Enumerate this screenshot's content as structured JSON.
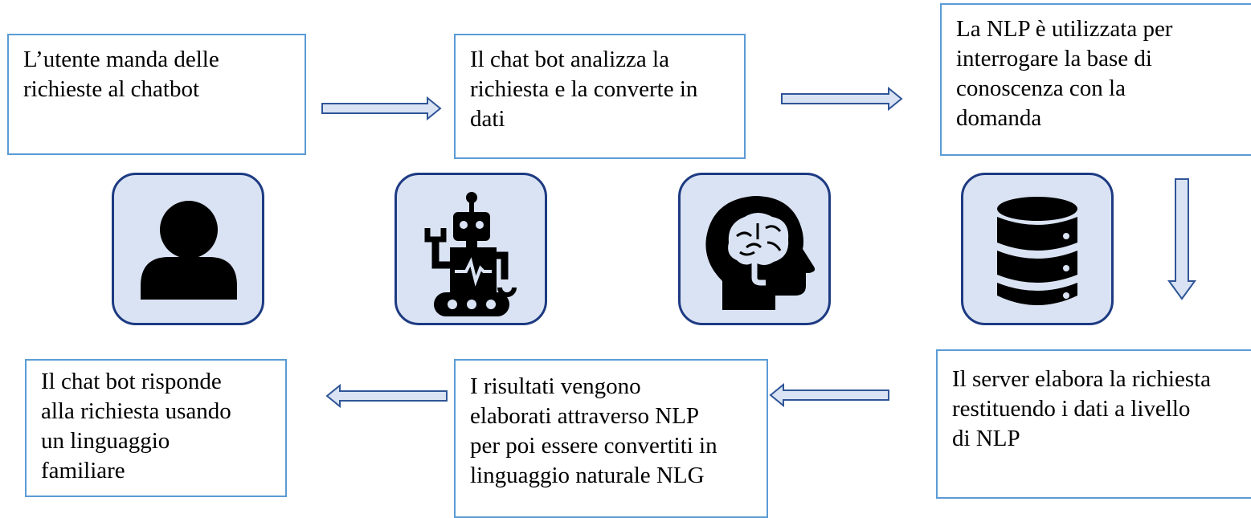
{
  "steps": [
    "L’utente manda delle\nrichieste al chatbot",
    "Il chat bot analizza la\nrichiesta e la converte in\ndati",
    "La NLP è utilizzata per\ninterrogare la base di\nconoscenza con la\ndomanda",
    "Il server elabora la richiesta\nrestituendo i dati a livello\ndi NLP",
    "I risultati vengono\nelaborati attraverso NLP\nper poi essere convertiti in\nlinguaggio naturale NLG",
    "Il chat bot risponde\nalla richiesta usando\nun linguaggio\nfamiliare"
  ],
  "icons": [
    "user-icon",
    "robot-icon",
    "brain-head-icon",
    "database-icon"
  ],
  "colors": {
    "box_border": "#5b9bd5",
    "tile_fill": "#dae3f3",
    "tile_border": "#1d3a82",
    "arrow_fill": "#dae3f3",
    "arrow_stroke": "#2f5597",
    "glyph": "#000000"
  }
}
